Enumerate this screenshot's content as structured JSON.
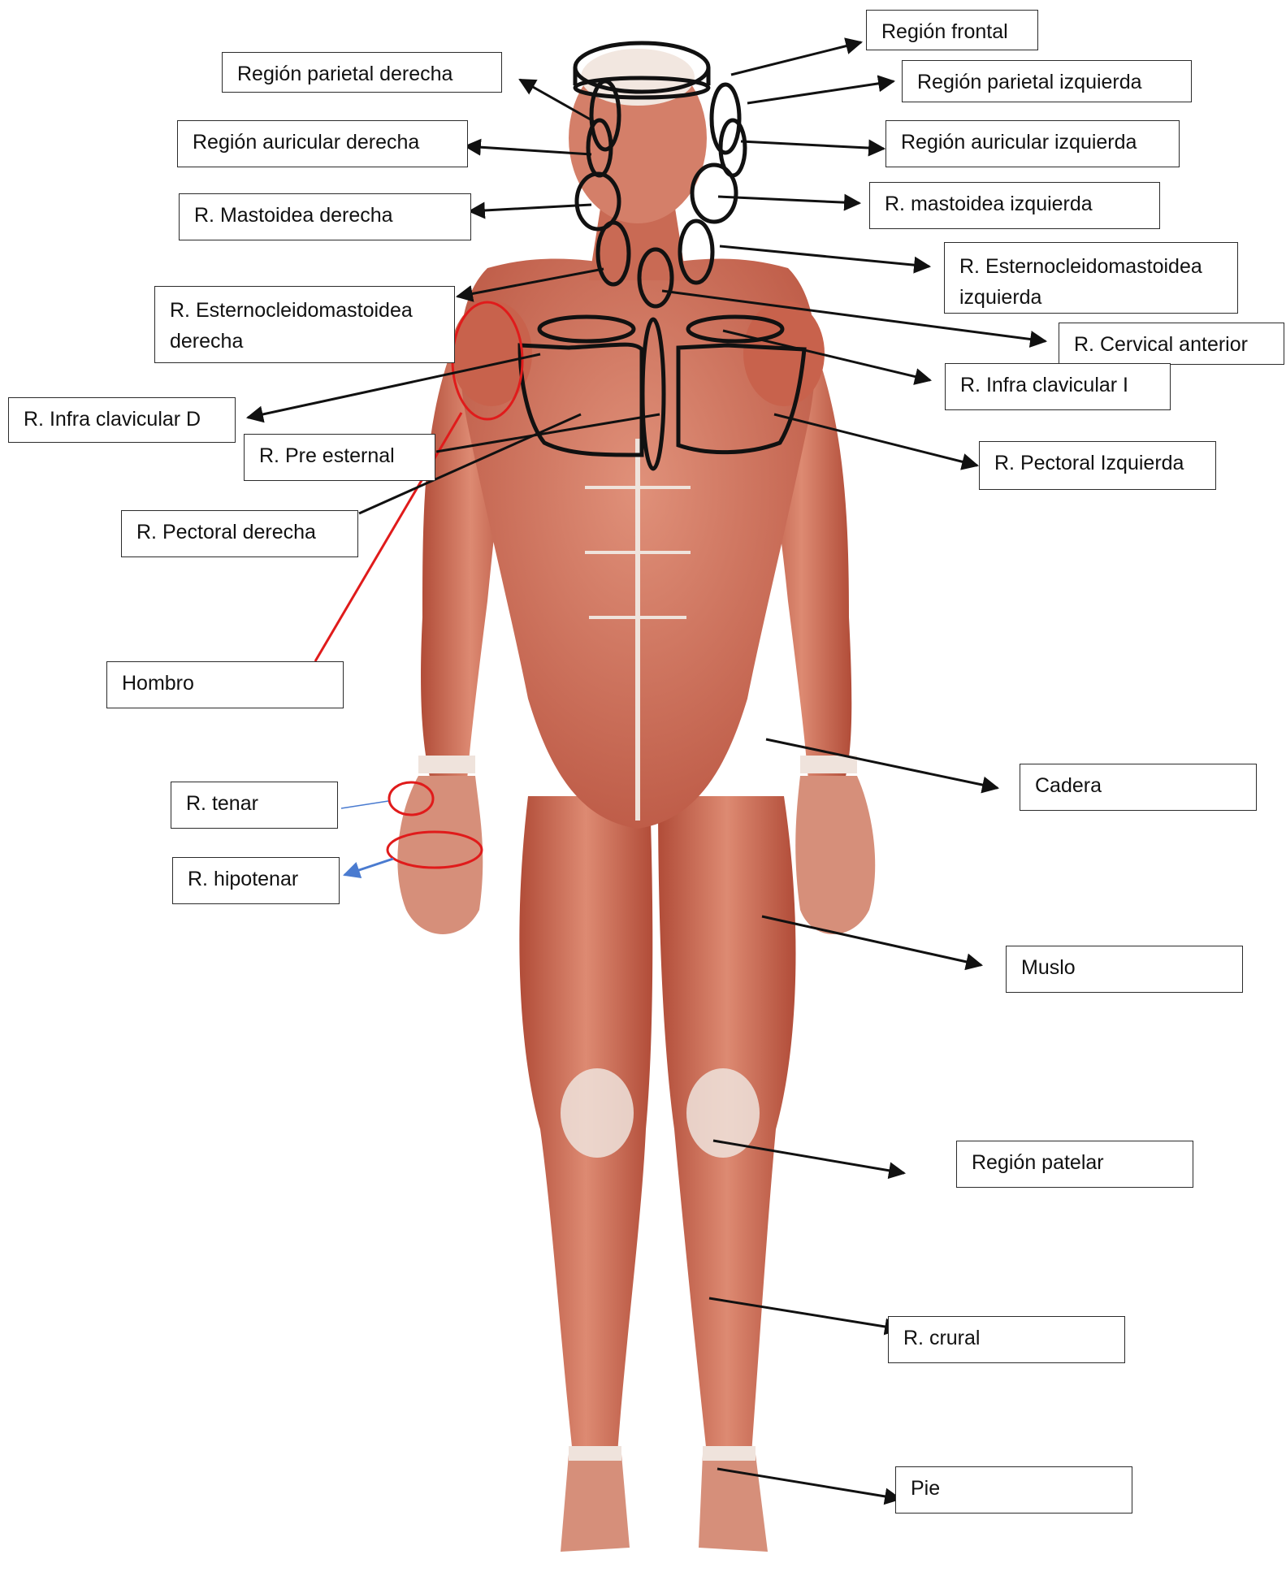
{
  "labels": {
    "region_frontal": "Región frontal",
    "region_parietal_derecha": "Región parietal derecha",
    "region_parietal_izquierda": "Región parietal izquierda",
    "region_auricular_derecha": "Región auricular derecha",
    "region_auricular_izquierda": "Región auricular izquierda",
    "r_mastoidea_derecha": "R. Mastoidea derecha",
    "r_mastoidea_izquierda": "R. mastoidea izquierda",
    "r_esternocleido_izquierda": "R. Esternocleidomastoidea izquierda",
    "r_esternocleido_derecha": "R. Esternocleidomastoidea derecha",
    "r_cervical_anterior": "R. Cervical anterior",
    "r_infra_clavicular_i": "R. Infra clavicular I",
    "r_infra_clavicular_d": "R. Infra clavicular D",
    "r_pre_esternal": "R. Pre esternal",
    "r_pectoral_izquierda": "R. Pectoral Izquierda",
    "r_pectoral_derecha": "R. Pectoral derecha",
    "hombro": "Hombro",
    "r_tenar": "R. tenar",
    "r_hipotenar": "R. hipotenar",
    "cadera": "Cadera",
    "muslo": "Muslo",
    "region_patelar": "Región patelar",
    "r_crural": "R. crural",
    "pie": "Pie"
  },
  "colors": {
    "skin": "#d9806a",
    "muscle": "#c25a44",
    "tendon": "#efe3dc",
    "outline": "#111111",
    "highlight_red": "#e01b1b",
    "arrow_blue": "#4a7bd0"
  }
}
